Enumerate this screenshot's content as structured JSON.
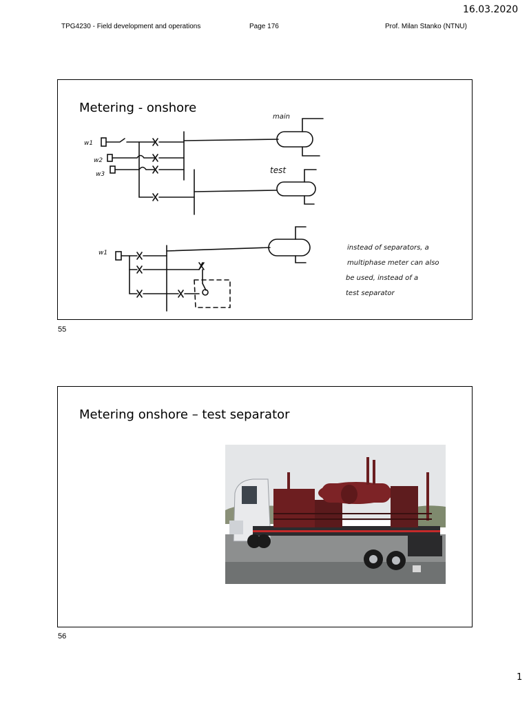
{
  "date": "16.03.2020",
  "header": {
    "course": "TPG4230 - Field development and operations",
    "page": "Page 176",
    "author": "Prof. Milan Stanko (NTNU)"
  },
  "slides": [
    {
      "title": "Metering - onshore",
      "number": "55",
      "handwritten": {
        "main_label": "main",
        "test_label": "test",
        "wells": [
          "w1",
          "w2",
          "w3"
        ],
        "bottom_well": "w1",
        "note_lines": [
          "instead of separators, a",
          "multiphase meter can also",
          "be used, instead of a",
          "test separator"
        ]
      }
    },
    {
      "title": "Metering onshore – test separator",
      "number": "56",
      "image": "photo of truck-mounted test separator unit"
    }
  ],
  "page_number": "1"
}
